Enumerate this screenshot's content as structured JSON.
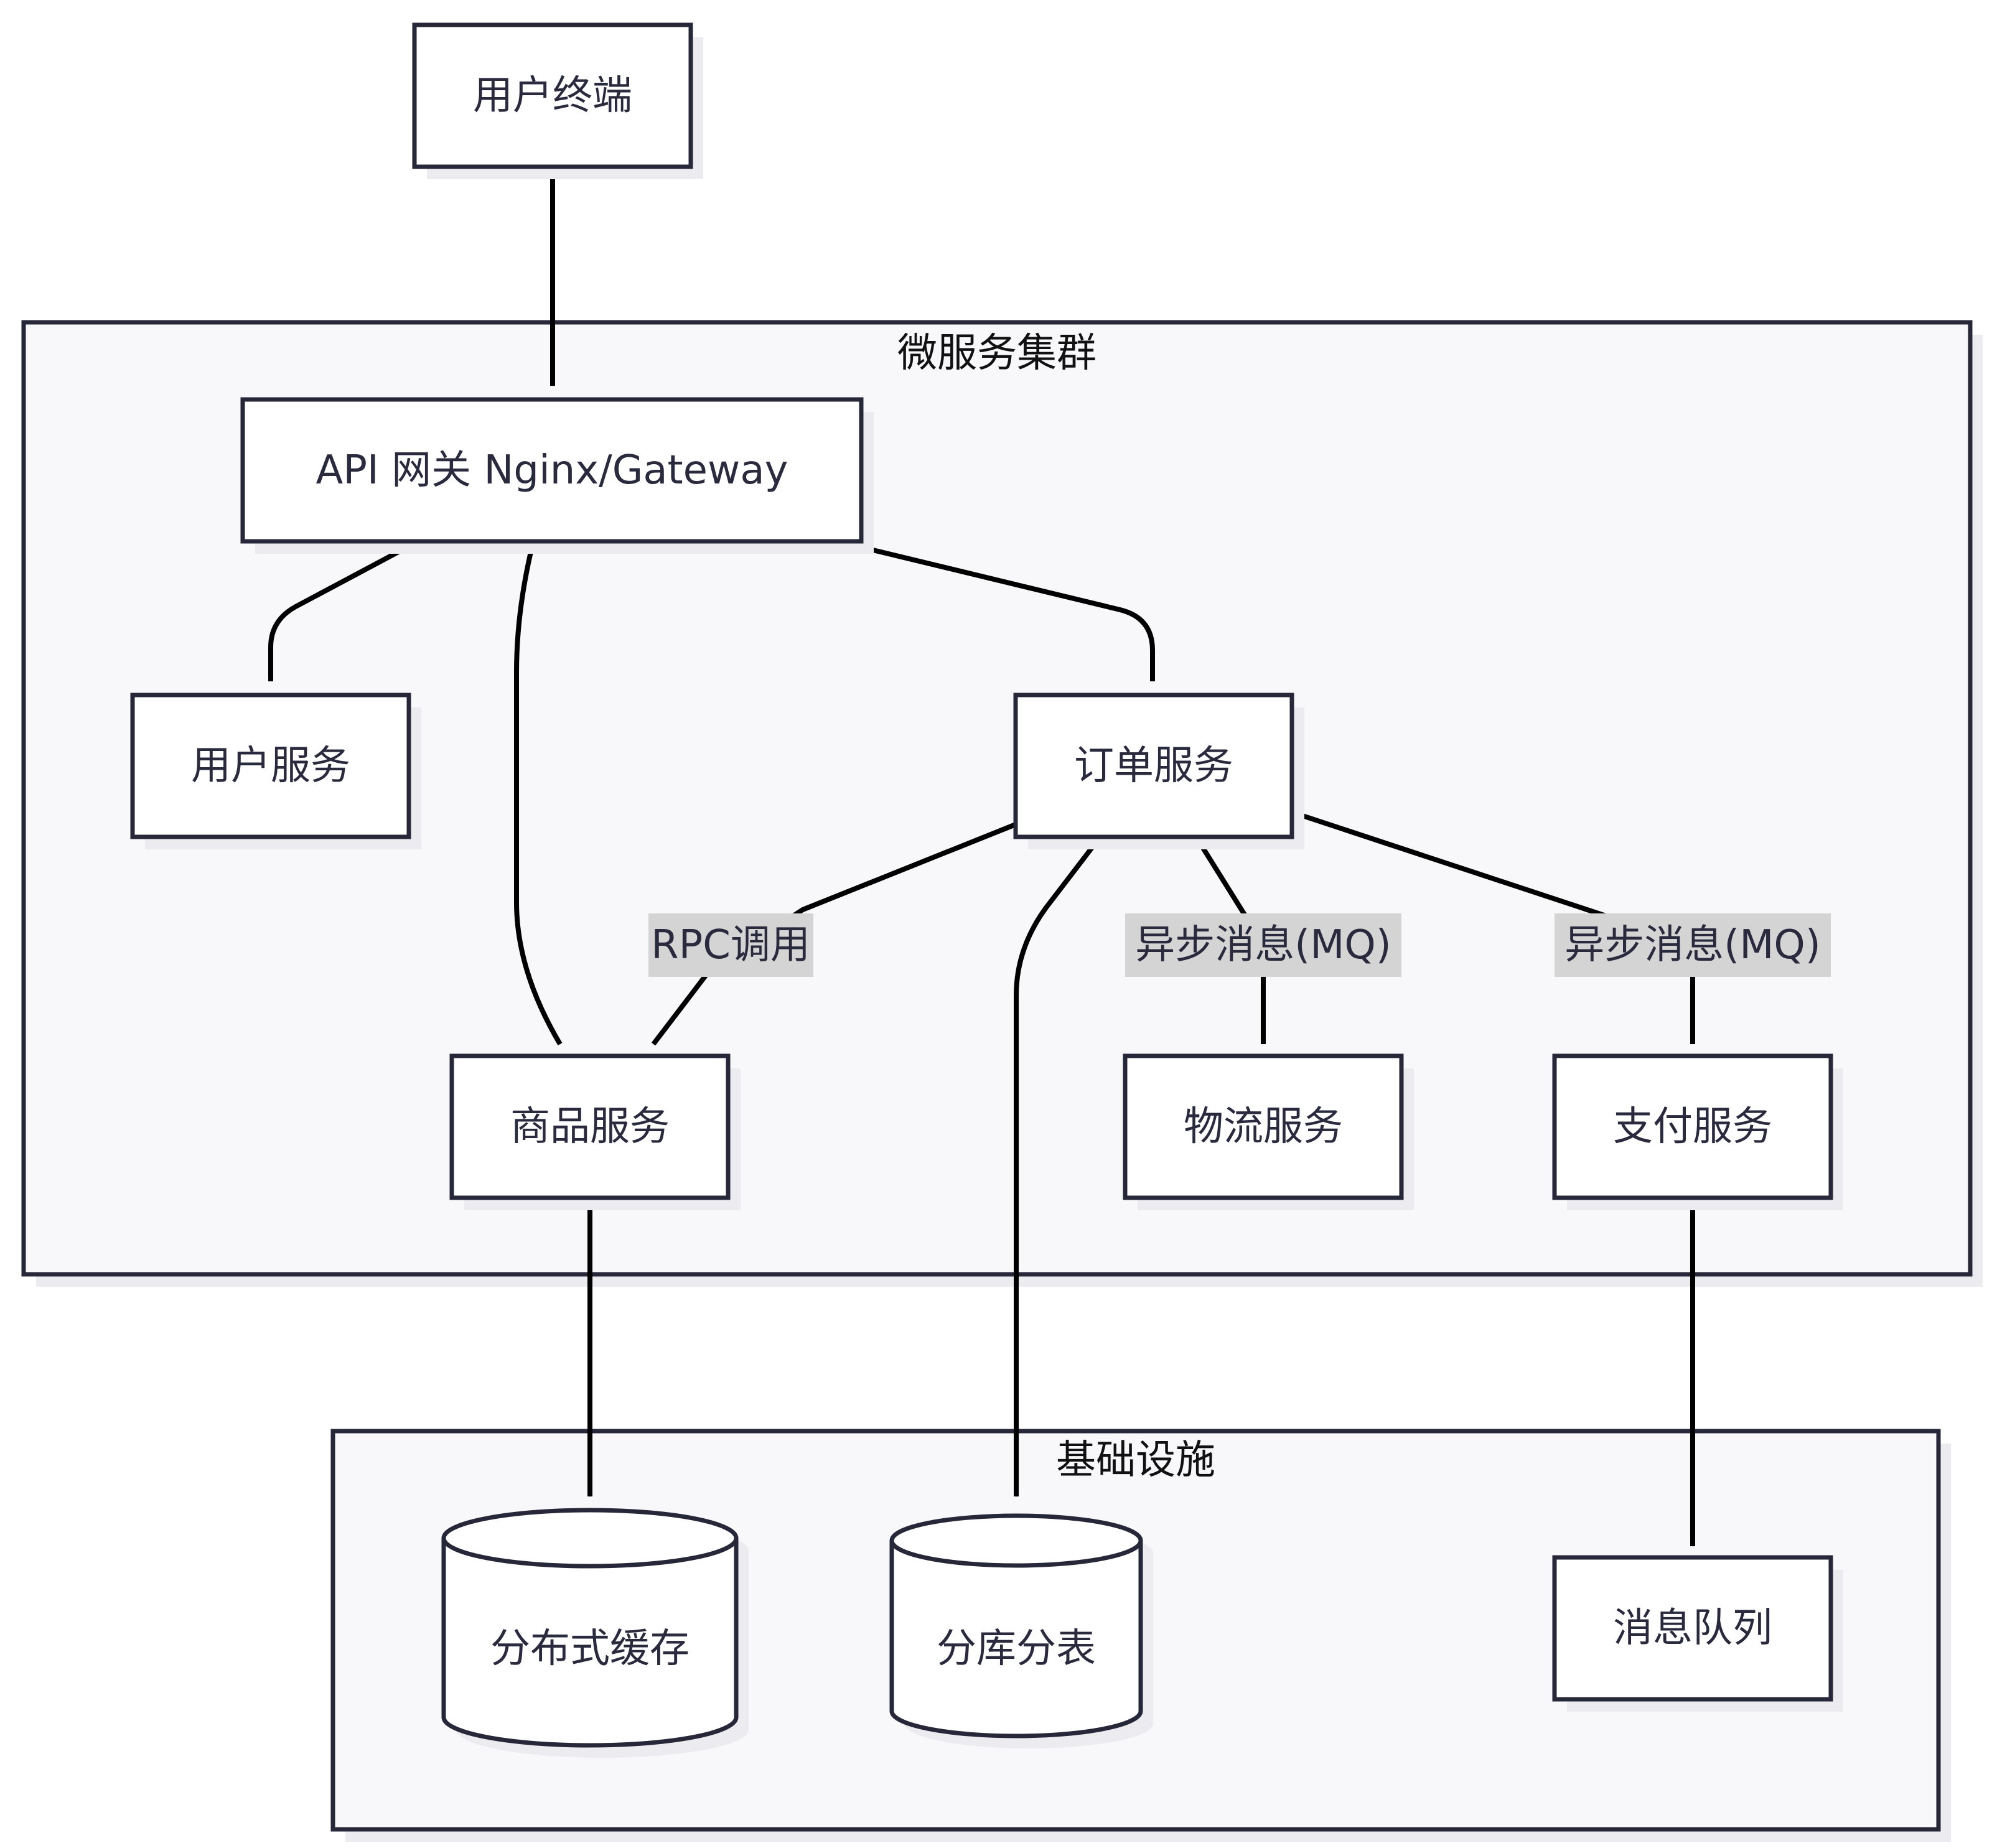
{
  "clusters": {
    "microservices": {
      "label": "微服务集群"
    },
    "infrastructure": {
      "label": "基础设施"
    }
  },
  "nodes": {
    "client": "用户终端",
    "gateway": "API 网关 Nginx/Gateway",
    "user_service": "用户服务",
    "order_service": "订单服务",
    "product_service": "商品服务",
    "logistics_service": "物流服务",
    "payment_service": "支付服务",
    "cache": "分布式缓存",
    "sharding_db": "分库分表",
    "message_queue": "消息队列"
  },
  "edges": [
    {
      "from": "client",
      "to": "gateway",
      "label": ""
    },
    {
      "from": "gateway",
      "to": "user_service",
      "label": ""
    },
    {
      "from": "gateway",
      "to": "product_service",
      "label": ""
    },
    {
      "from": "gateway",
      "to": "order_service",
      "label": ""
    },
    {
      "from": "order_service",
      "to": "product_service",
      "label": "RPC调用"
    },
    {
      "from": "order_service",
      "to": "logistics_service",
      "label": "异步消息(MQ)"
    },
    {
      "from": "order_service",
      "to": "payment_service",
      "label": "异步消息(MQ)"
    },
    {
      "from": "order_service",
      "to": "sharding_db",
      "label": ""
    },
    {
      "from": "product_service",
      "to": "cache",
      "label": ""
    },
    {
      "from": "payment_service",
      "to": "message_queue",
      "label": ""
    }
  ],
  "colors": {
    "stroke": "#27273a",
    "cluster_fill": "#f8f8fa",
    "node_fill": "#ffffff",
    "edge": "#000000",
    "edge_label_bg": "#d4d4d4"
  }
}
